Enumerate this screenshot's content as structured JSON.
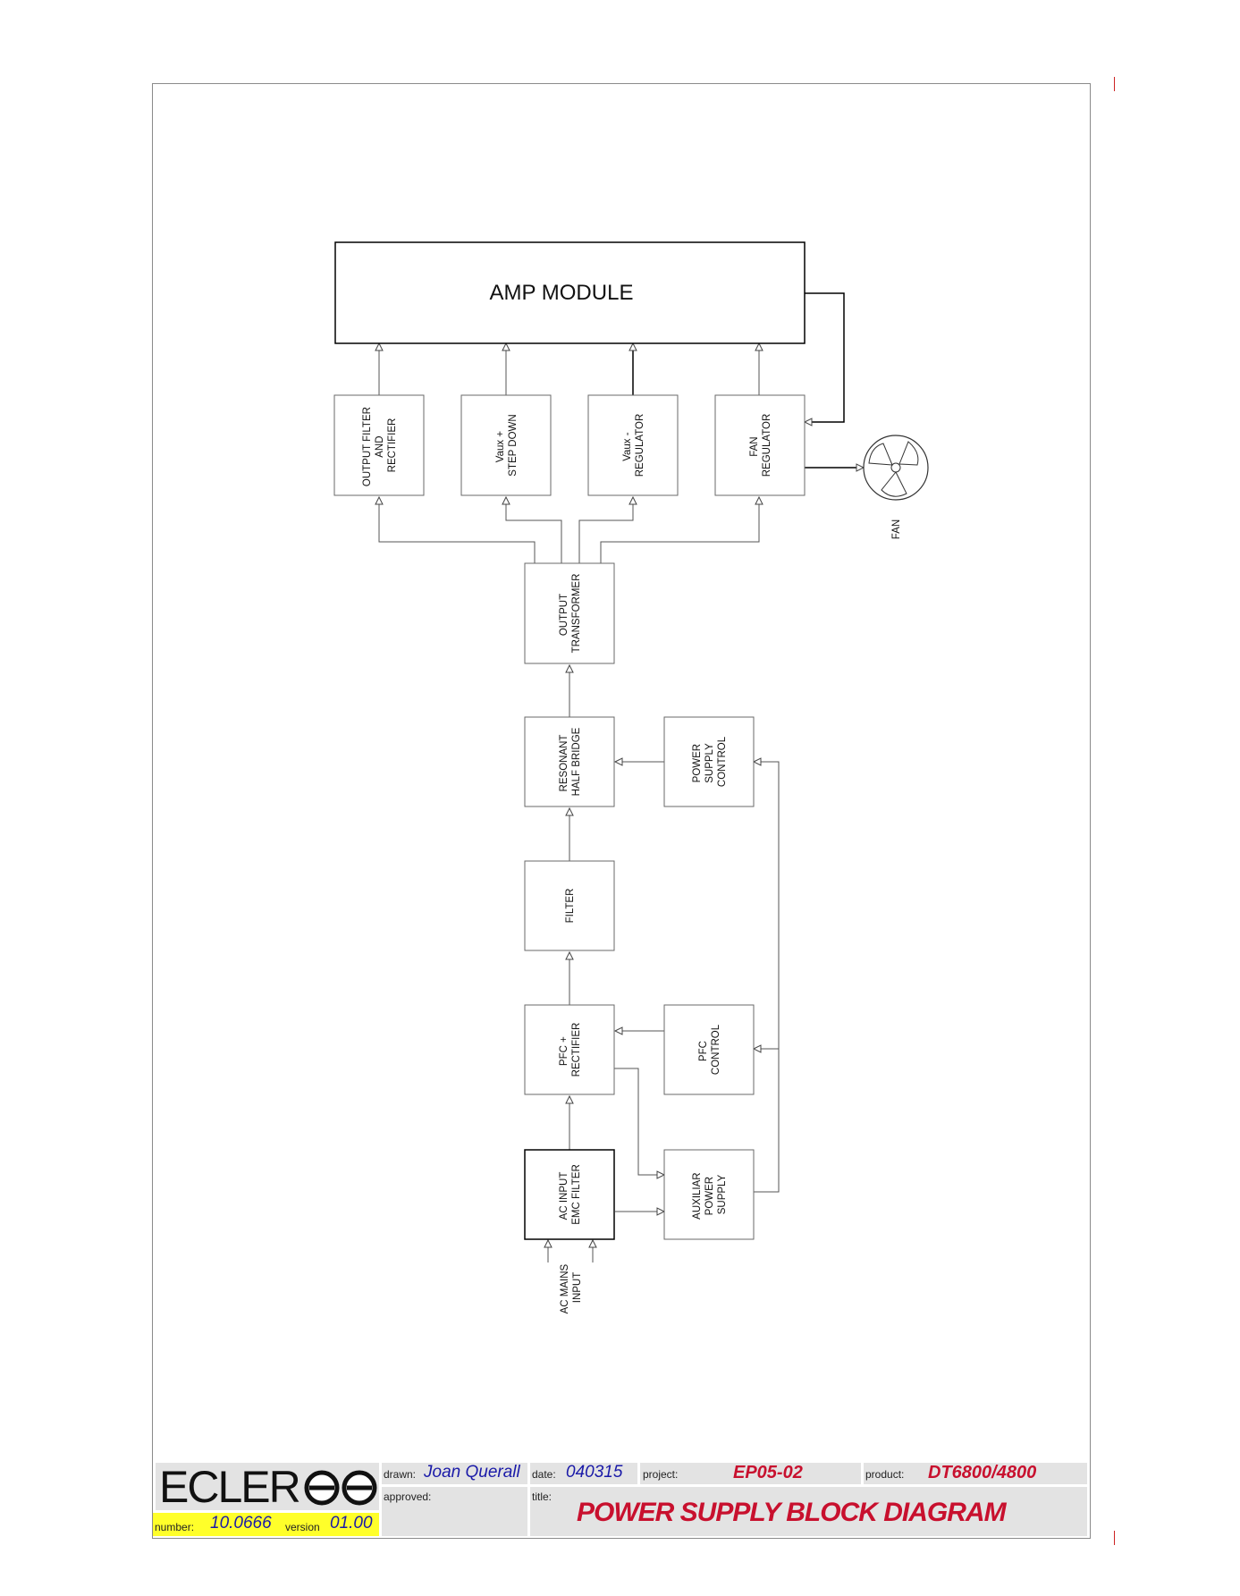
{
  "diagram": {
    "blocks": {
      "amp_module": "AMP MODULE",
      "output_filter": [
        "OUTPUT FILTER",
        "AND",
        "RECTIFIER"
      ],
      "vaux_plus": [
        "Vaux +",
        "STEP DOWN"
      ],
      "vaux_minus": [
        "Vaux -",
        "REGULATOR"
      ],
      "fan_regulator": [
        "FAN",
        "REGULATOR"
      ],
      "fan": "FAN",
      "output_transformer": [
        "OUTPUT",
        "TRANSFORMER"
      ],
      "resonant": [
        "RESONANT",
        "HALF BRIDGE"
      ],
      "ps_control": [
        "POWER",
        "SUPPLY",
        "CONTROL"
      ],
      "filter": "FILTER",
      "pfc": [
        "PFC +",
        "RECTIFIER"
      ],
      "pfc_control": [
        "PFC",
        "CONTROL"
      ],
      "ac_input": [
        "AC INPUT",
        "EMC FILTER"
      ],
      "aux_ps": [
        "AUXILIAR",
        "POWER",
        "SUPPLY"
      ],
      "ac_mains": [
        "AC MAINS",
        "INPUT"
      ]
    }
  },
  "titleblock": {
    "logo": "ECLER",
    "drawn_label": "drawn:",
    "drawn_value": "Joan Querall",
    "date_label": "date:",
    "date_value": "040315",
    "project_label": "project:",
    "project_value": "EP05-02",
    "product_label": "product:",
    "product_value": "DT6800/4800",
    "approved_label": "approved:",
    "title_label": "title:",
    "title_value": "POWER SUPPLY BLOCK DIAGRAM",
    "number_label": "number:",
    "number_value": "10.0666",
    "version_label": "version",
    "version_value": "01.00"
  },
  "colors": {
    "title_red": "#c8102e",
    "drawn_blue": "#1a1aa8",
    "highlight_yellow": "#ffff2a",
    "cell_gray": "#e3e3e3"
  }
}
